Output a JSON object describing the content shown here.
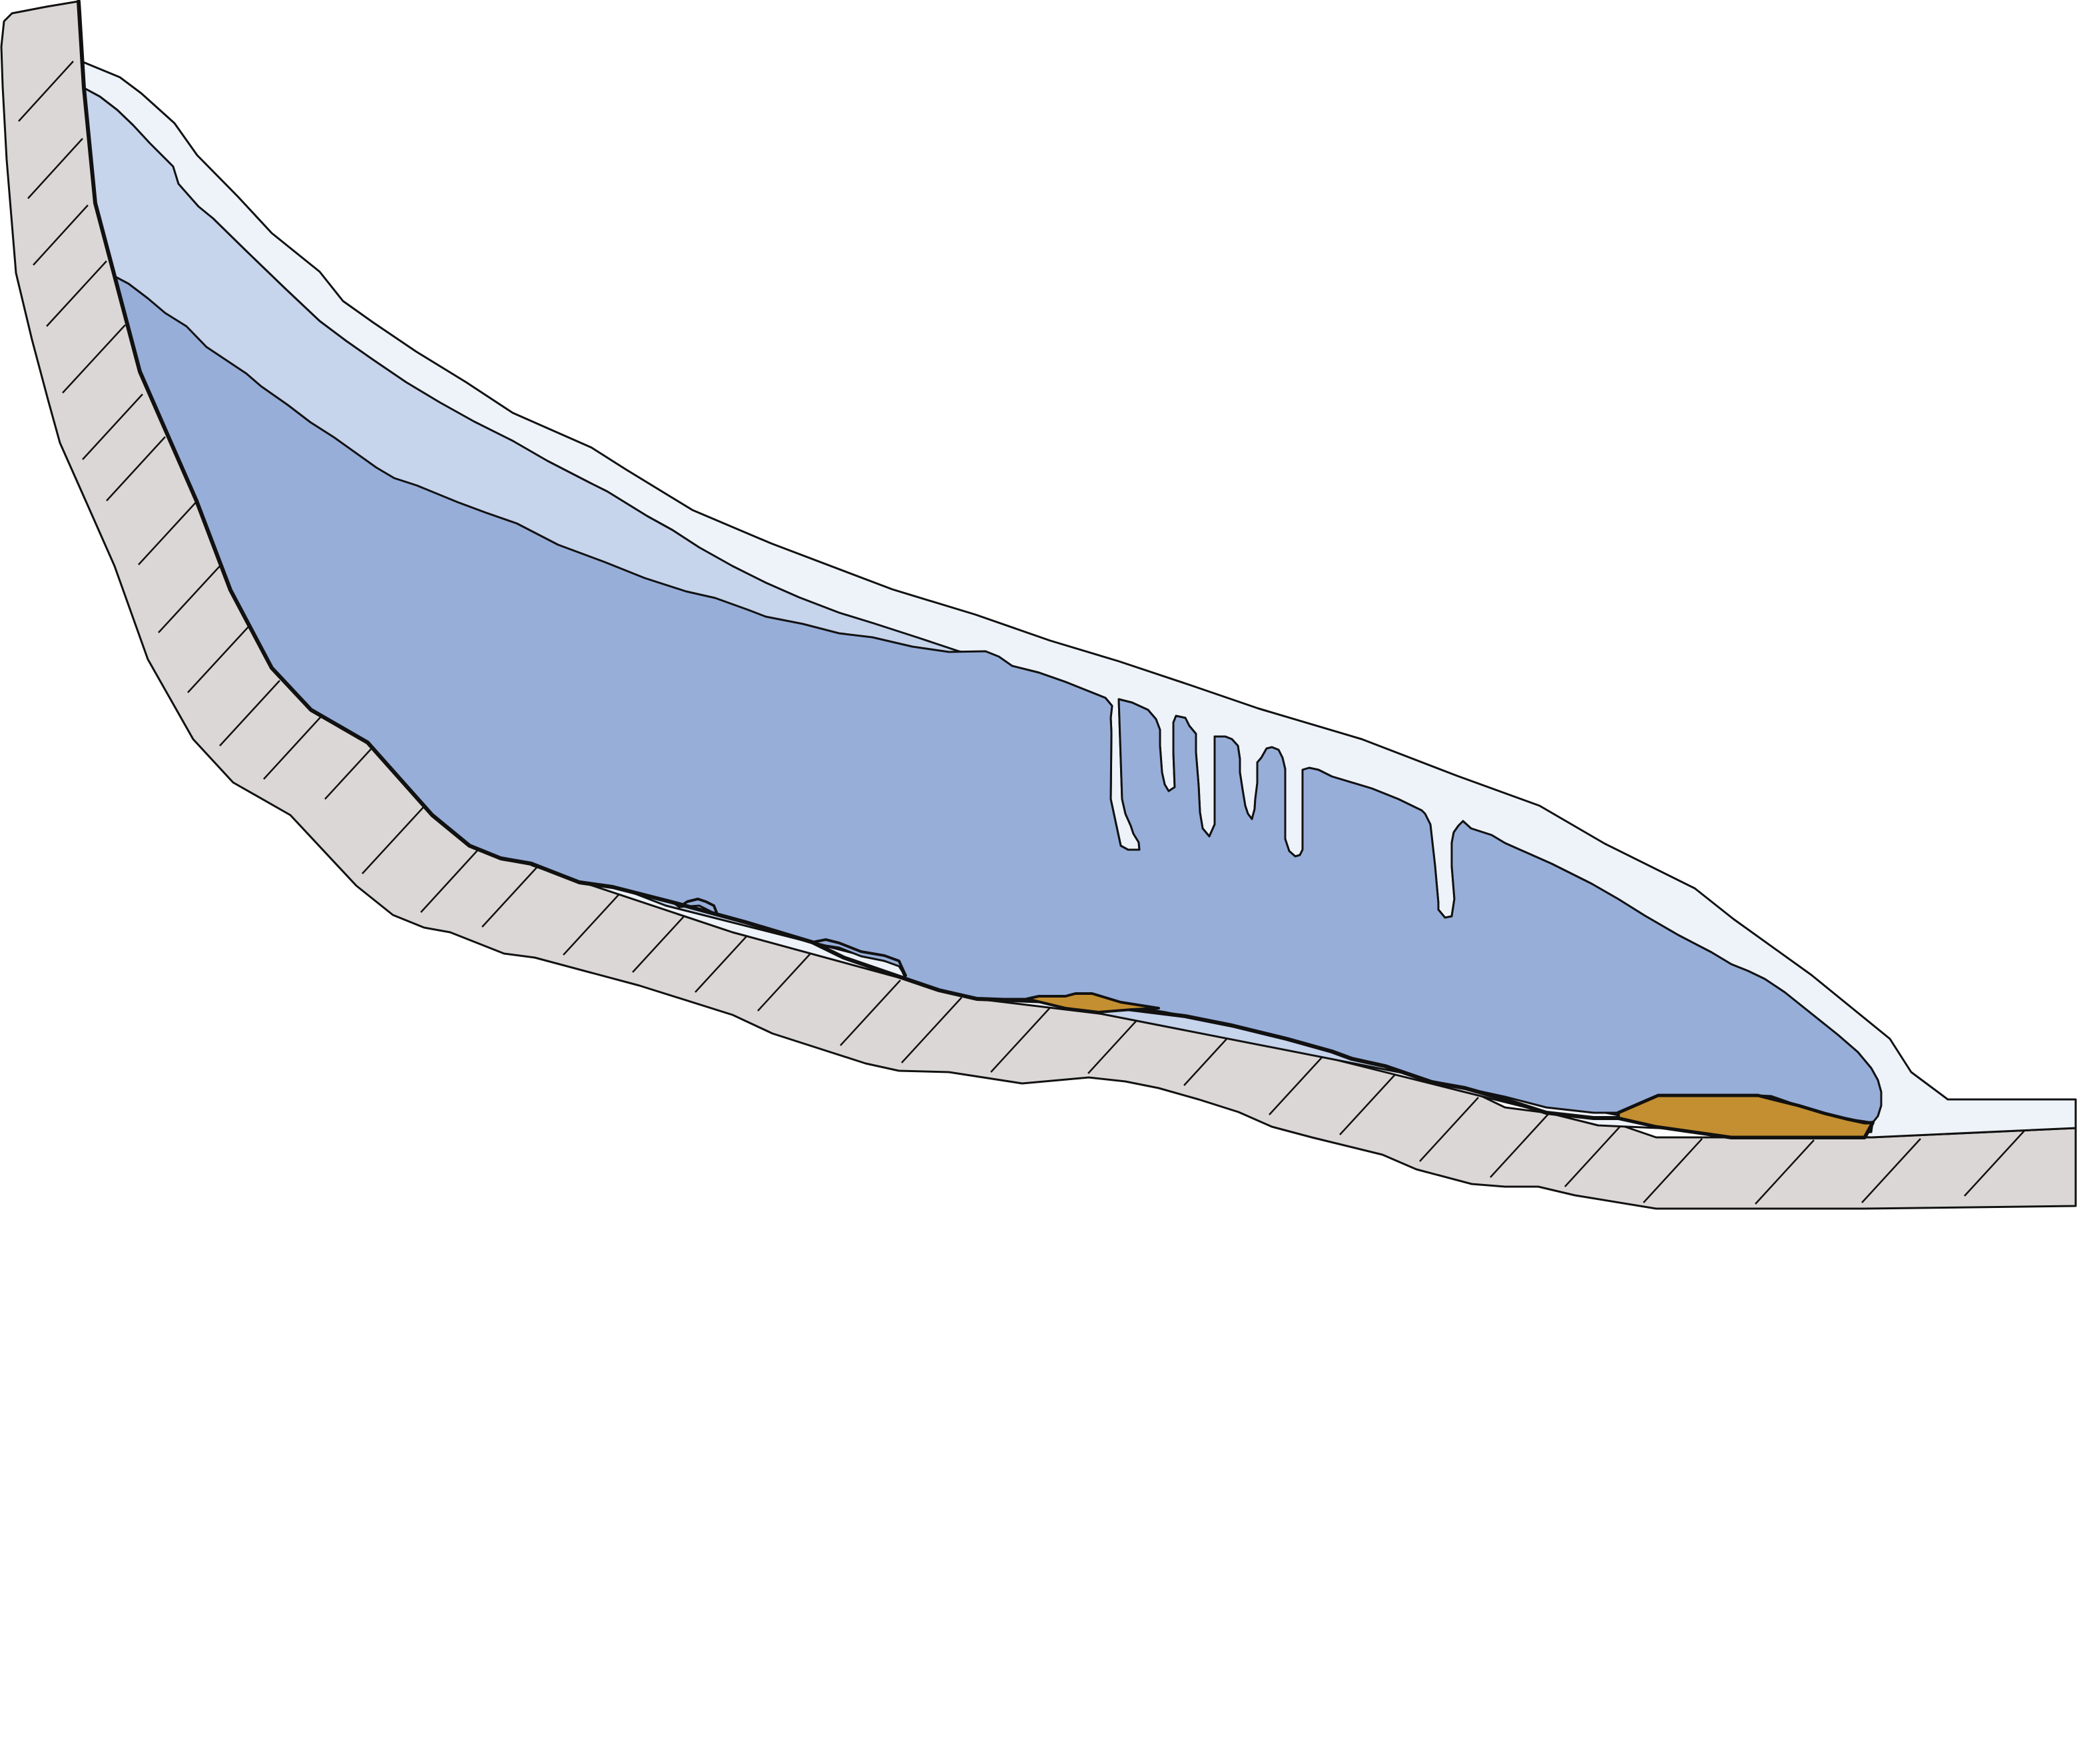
{
  "diagram": {
    "subject": "glacier-cross-section",
    "labels": [],
    "colors": {
      "background": "#ffffff",
      "bedrock": "#dbd7d6",
      "bedrock_hatch": "#111111",
      "snow_surface": "#eef3fa",
      "firn_layer": "#c6d4ec",
      "glacier_ice": "#97aed9",
      "crevasse": "#ffffff",
      "sediment": "#c48f30",
      "outline": "#111111"
    },
    "layers": [
      "bedrock",
      "snow-surface",
      "firn-layer",
      "glacier-ice",
      "crevasses",
      "subglacial-sediment"
    ]
  }
}
